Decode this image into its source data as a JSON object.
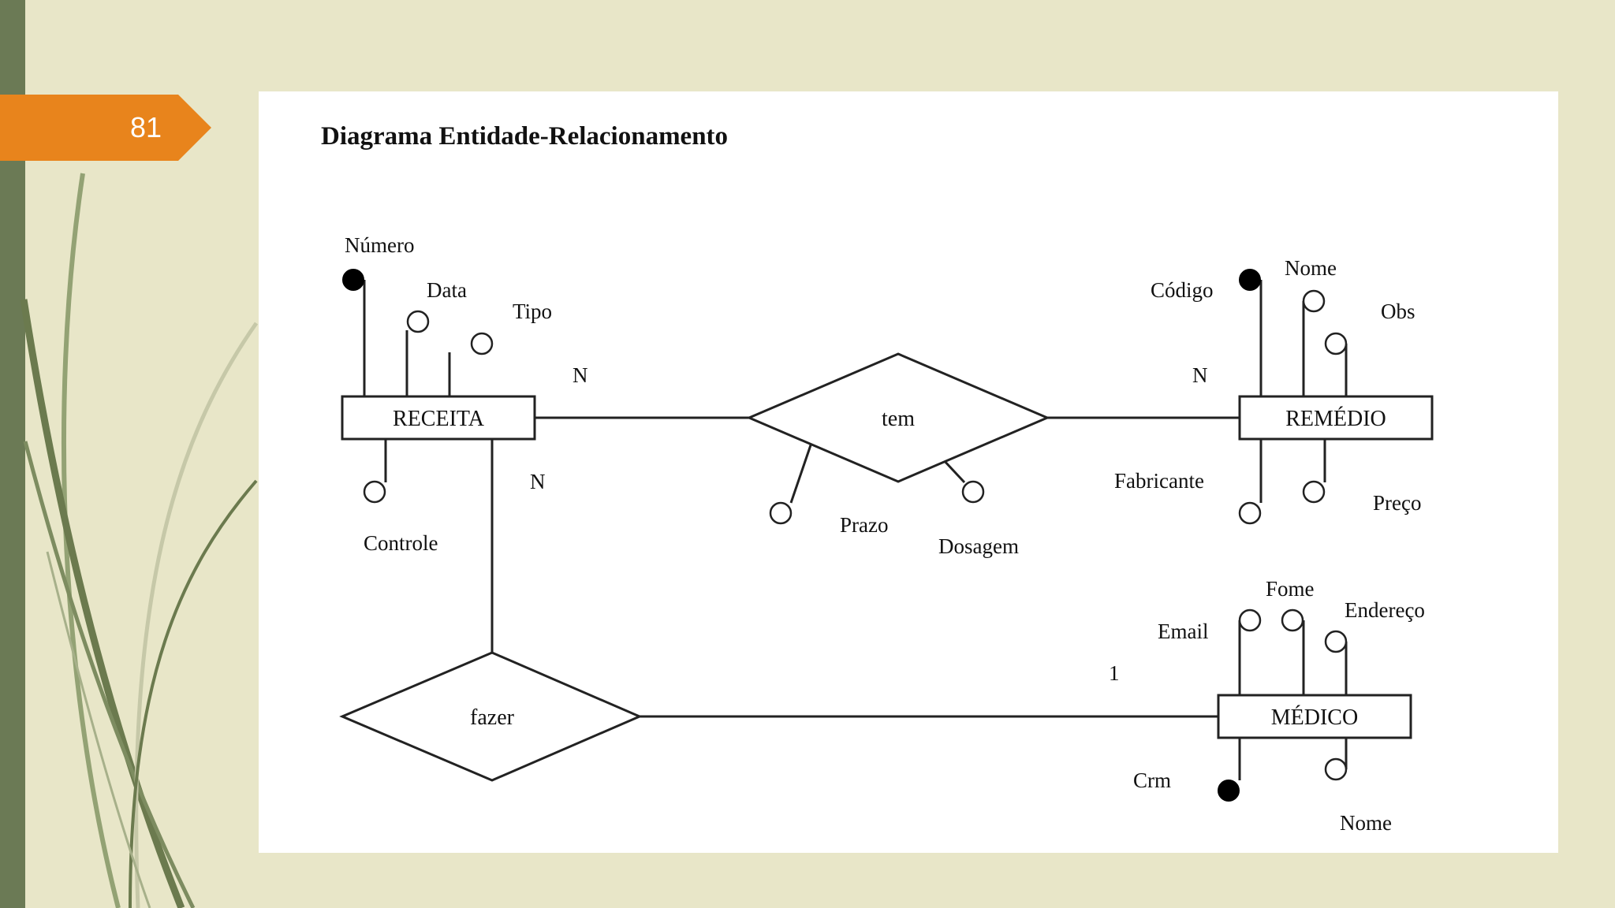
{
  "slide": {
    "number": "81"
  },
  "diagram": {
    "title": "Diagrama Entidade-Relacionamento",
    "entities": {
      "receita": "RECEITA",
      "remedio": "REMÉDIO",
      "medico": "MÉDICO"
    },
    "relationships": {
      "tem": "tem",
      "fazer": "fazer"
    },
    "attributes": {
      "receita_numero": "Número",
      "receita_data": "Data",
      "receita_tipo": "Tipo",
      "receita_controle": "Controle",
      "remedio_codigo": "Código",
      "remedio_nome": "Nome",
      "remedio_obs": "Obs",
      "remedio_fabricante": "Fabricante",
      "remedio_preco": "Preço",
      "tem_prazo": "Prazo",
      "tem_dosagem": "Dosagem",
      "medico_email": "Email",
      "medico_fome": "Fome",
      "medico_endereco": "Endereço",
      "medico_crm": "Crm",
      "medico_nome": "Nome"
    },
    "cardinalities": {
      "receita_tem": "N",
      "remedio_tem": "N",
      "receita_fazer": "N",
      "medico_fazer": "1"
    }
  }
}
